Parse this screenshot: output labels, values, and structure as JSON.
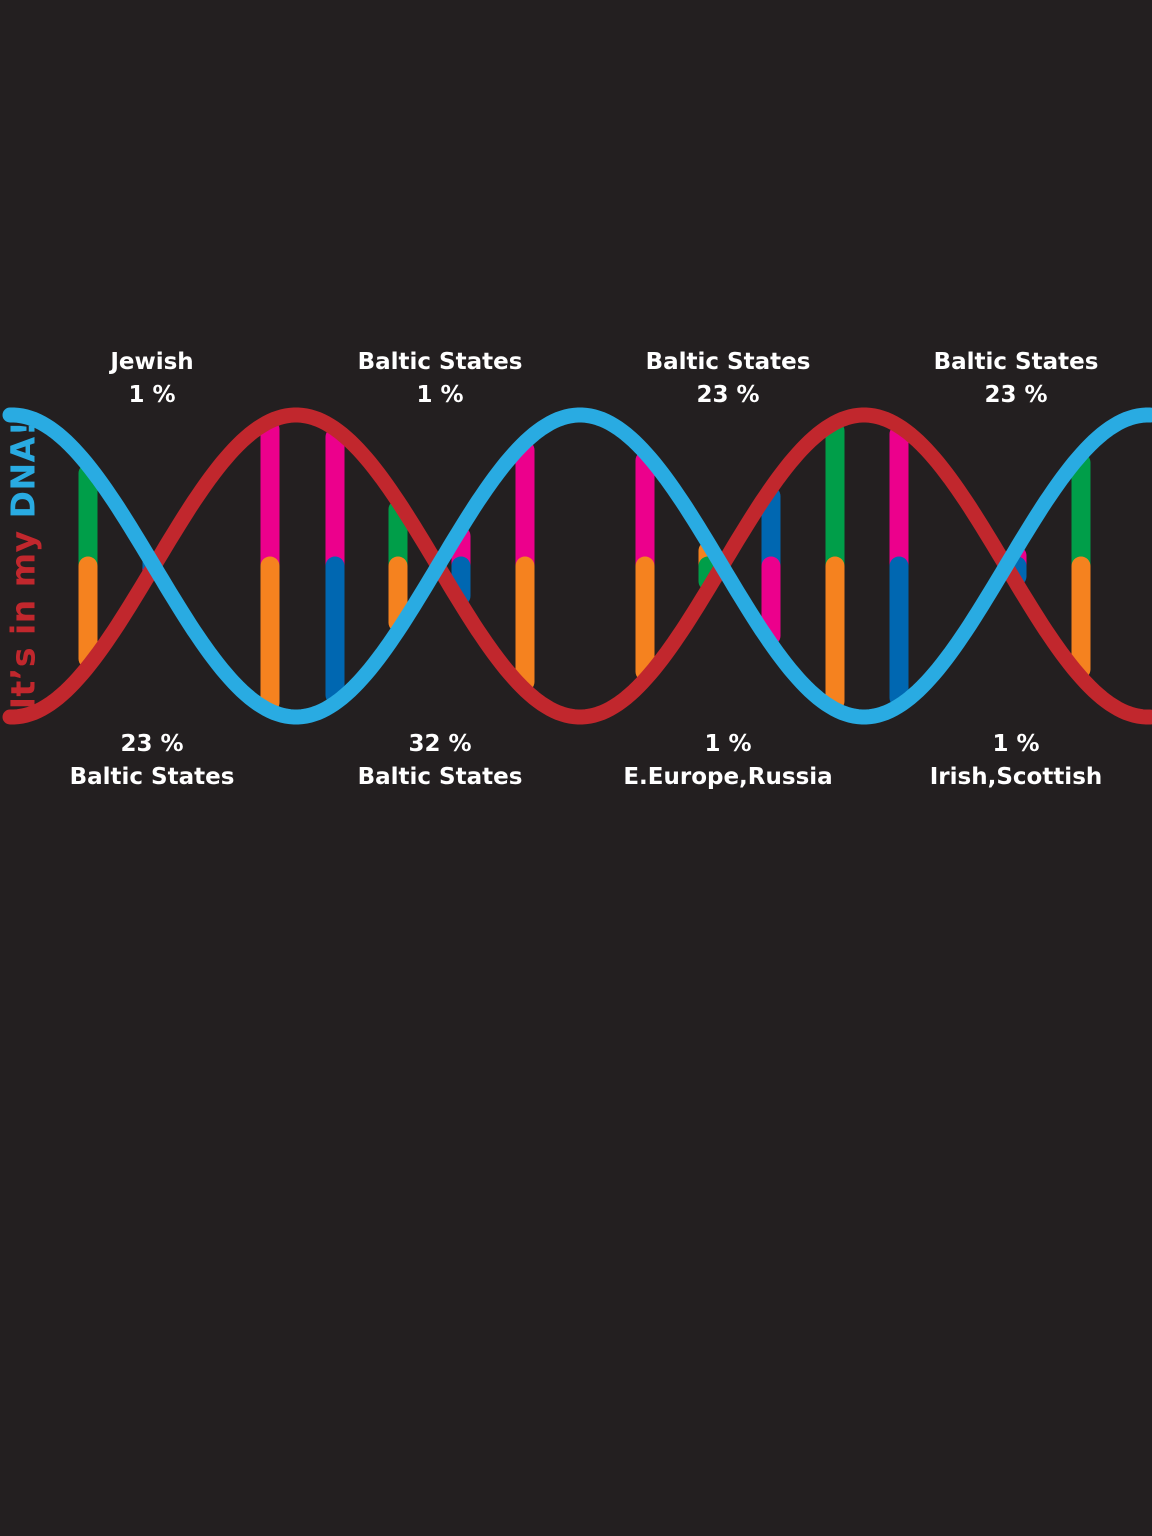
{
  "tagline": {
    "part_a": "It’s in my ",
    "part_b": "DNA!"
  },
  "colors": {
    "background": "#231f20",
    "strand_red": "#c1272d",
    "strand_blue": "#29abe2",
    "base_green": "#009e49",
    "base_orange": "#f5821f",
    "base_pink": "#ec008c",
    "base_blue": "#0067b1",
    "text": "#ffffff"
  },
  "top_labels": [
    {
      "region": "Jewish",
      "percent": "1 %"
    },
    {
      "region": "Baltic States",
      "percent": "1 %"
    },
    {
      "region": "Baltic States",
      "percent": "23 %"
    },
    {
      "region": "Baltic States",
      "percent": "23 %"
    }
  ],
  "bottom_labels": [
    {
      "percent": "23 %",
      "region": "Baltic States"
    },
    {
      "percent": "32 %",
      "region": "Baltic States"
    },
    {
      "percent": "1 %",
      "region": "E.Europe,Russia"
    },
    {
      "percent": "1 %",
      "region": "Irish,Scottish"
    }
  ]
}
